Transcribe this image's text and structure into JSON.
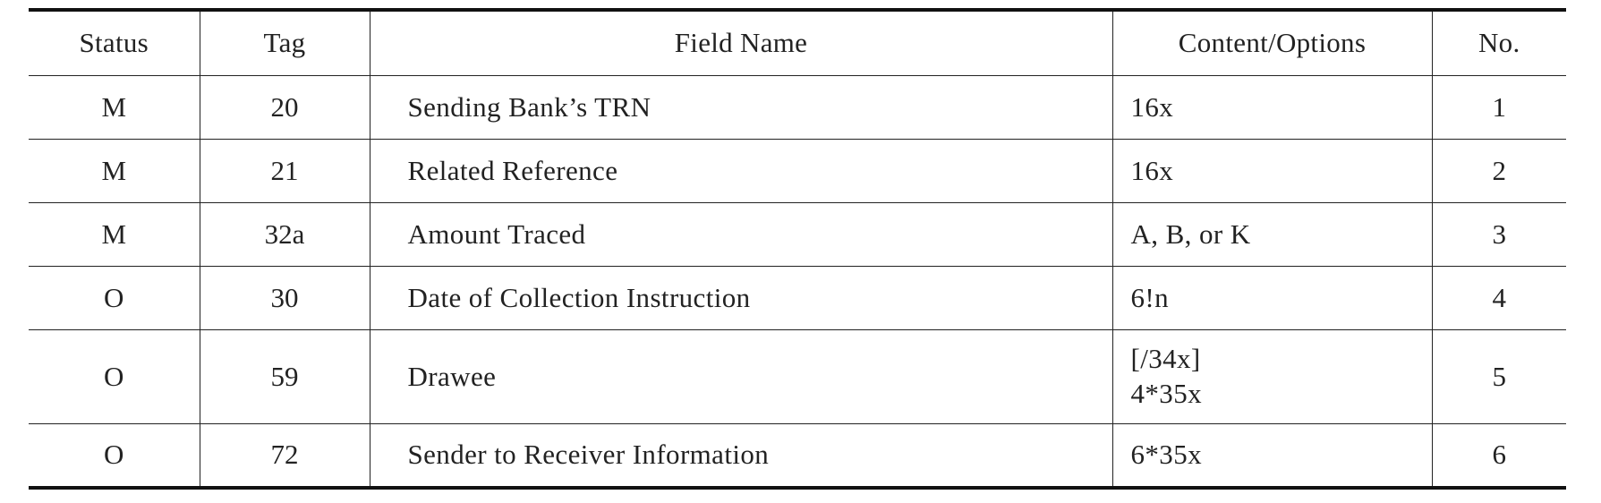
{
  "table": {
    "headers": [
      "Status",
      "Tag",
      "Field Name",
      "Content/Options",
      "No."
    ],
    "rows": [
      {
        "status": "M",
        "tag": "20",
        "field_name": "Sending Bank’s TRN",
        "content": [
          "16x"
        ],
        "no": "1"
      },
      {
        "status": "M",
        "tag": "21",
        "field_name": "Related Reference",
        "content": [
          "16x"
        ],
        "no": "2"
      },
      {
        "status": "M",
        "tag": "32a",
        "field_name": "Amount Traced",
        "content": [
          "A, B, or K"
        ],
        "no": "3"
      },
      {
        "status": "O",
        "tag": "30",
        "field_name": "Date of Collection Instruction",
        "content": [
          "6!n"
        ],
        "no": "4"
      },
      {
        "status": "O",
        "tag": "59",
        "field_name": "Drawee",
        "content": [
          "[/34x]",
          "4*35x"
        ],
        "no": "5"
      },
      {
        "status": "O",
        "tag": "72",
        "field_name": "Sender to Receiver Information",
        "content": [
          "6*35x"
        ],
        "no": "6"
      }
    ]
  }
}
